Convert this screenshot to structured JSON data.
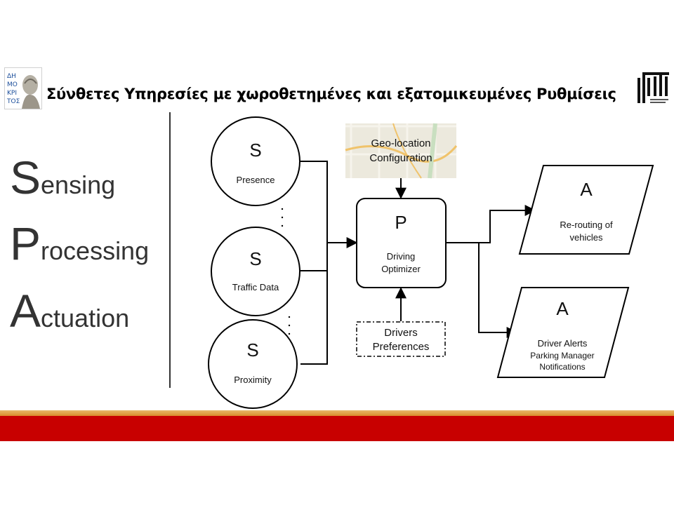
{
  "header": {
    "title": "Σύνθετες Υπηρεσίες με χωροθετημένες και εξατομικευμένες Ρυθμίσεις",
    "left_logo_text": "ΔΗΜΟΚΡΙΤΟΣ"
  },
  "spa": [
    {
      "initial": "S",
      "rest": "ensing"
    },
    {
      "initial": "P",
      "rest": "rocessing"
    },
    {
      "initial": "A",
      "rest": "ctuation"
    }
  ],
  "diagram": {
    "sensors": [
      {
        "letter": "S",
        "label": "Presence"
      },
      {
        "letter": "S",
        "label": "Traffic Data"
      },
      {
        "letter": "S",
        "label": "Proximity"
      }
    ],
    "geo": {
      "line1": "Geo-location",
      "line2": "Configuration"
    },
    "processor": {
      "letter": "P",
      "line1": "Driving",
      "line2": "Optimizer"
    },
    "prefs": {
      "line1": "Drivers",
      "line2": "Preferences"
    },
    "actuators": [
      {
        "letter": "A",
        "line1": "Re-routing of",
        "line2": "vehicles",
        "line3": ""
      },
      {
        "letter": "A",
        "line1": "Driver Alerts",
        "line2": "Parking Manager",
        "line3": "Notifications"
      }
    ]
  },
  "colors": {
    "accent_red": "#c80000",
    "accent_orange": "#d98c2c",
    "text_gray": "#333333"
  }
}
